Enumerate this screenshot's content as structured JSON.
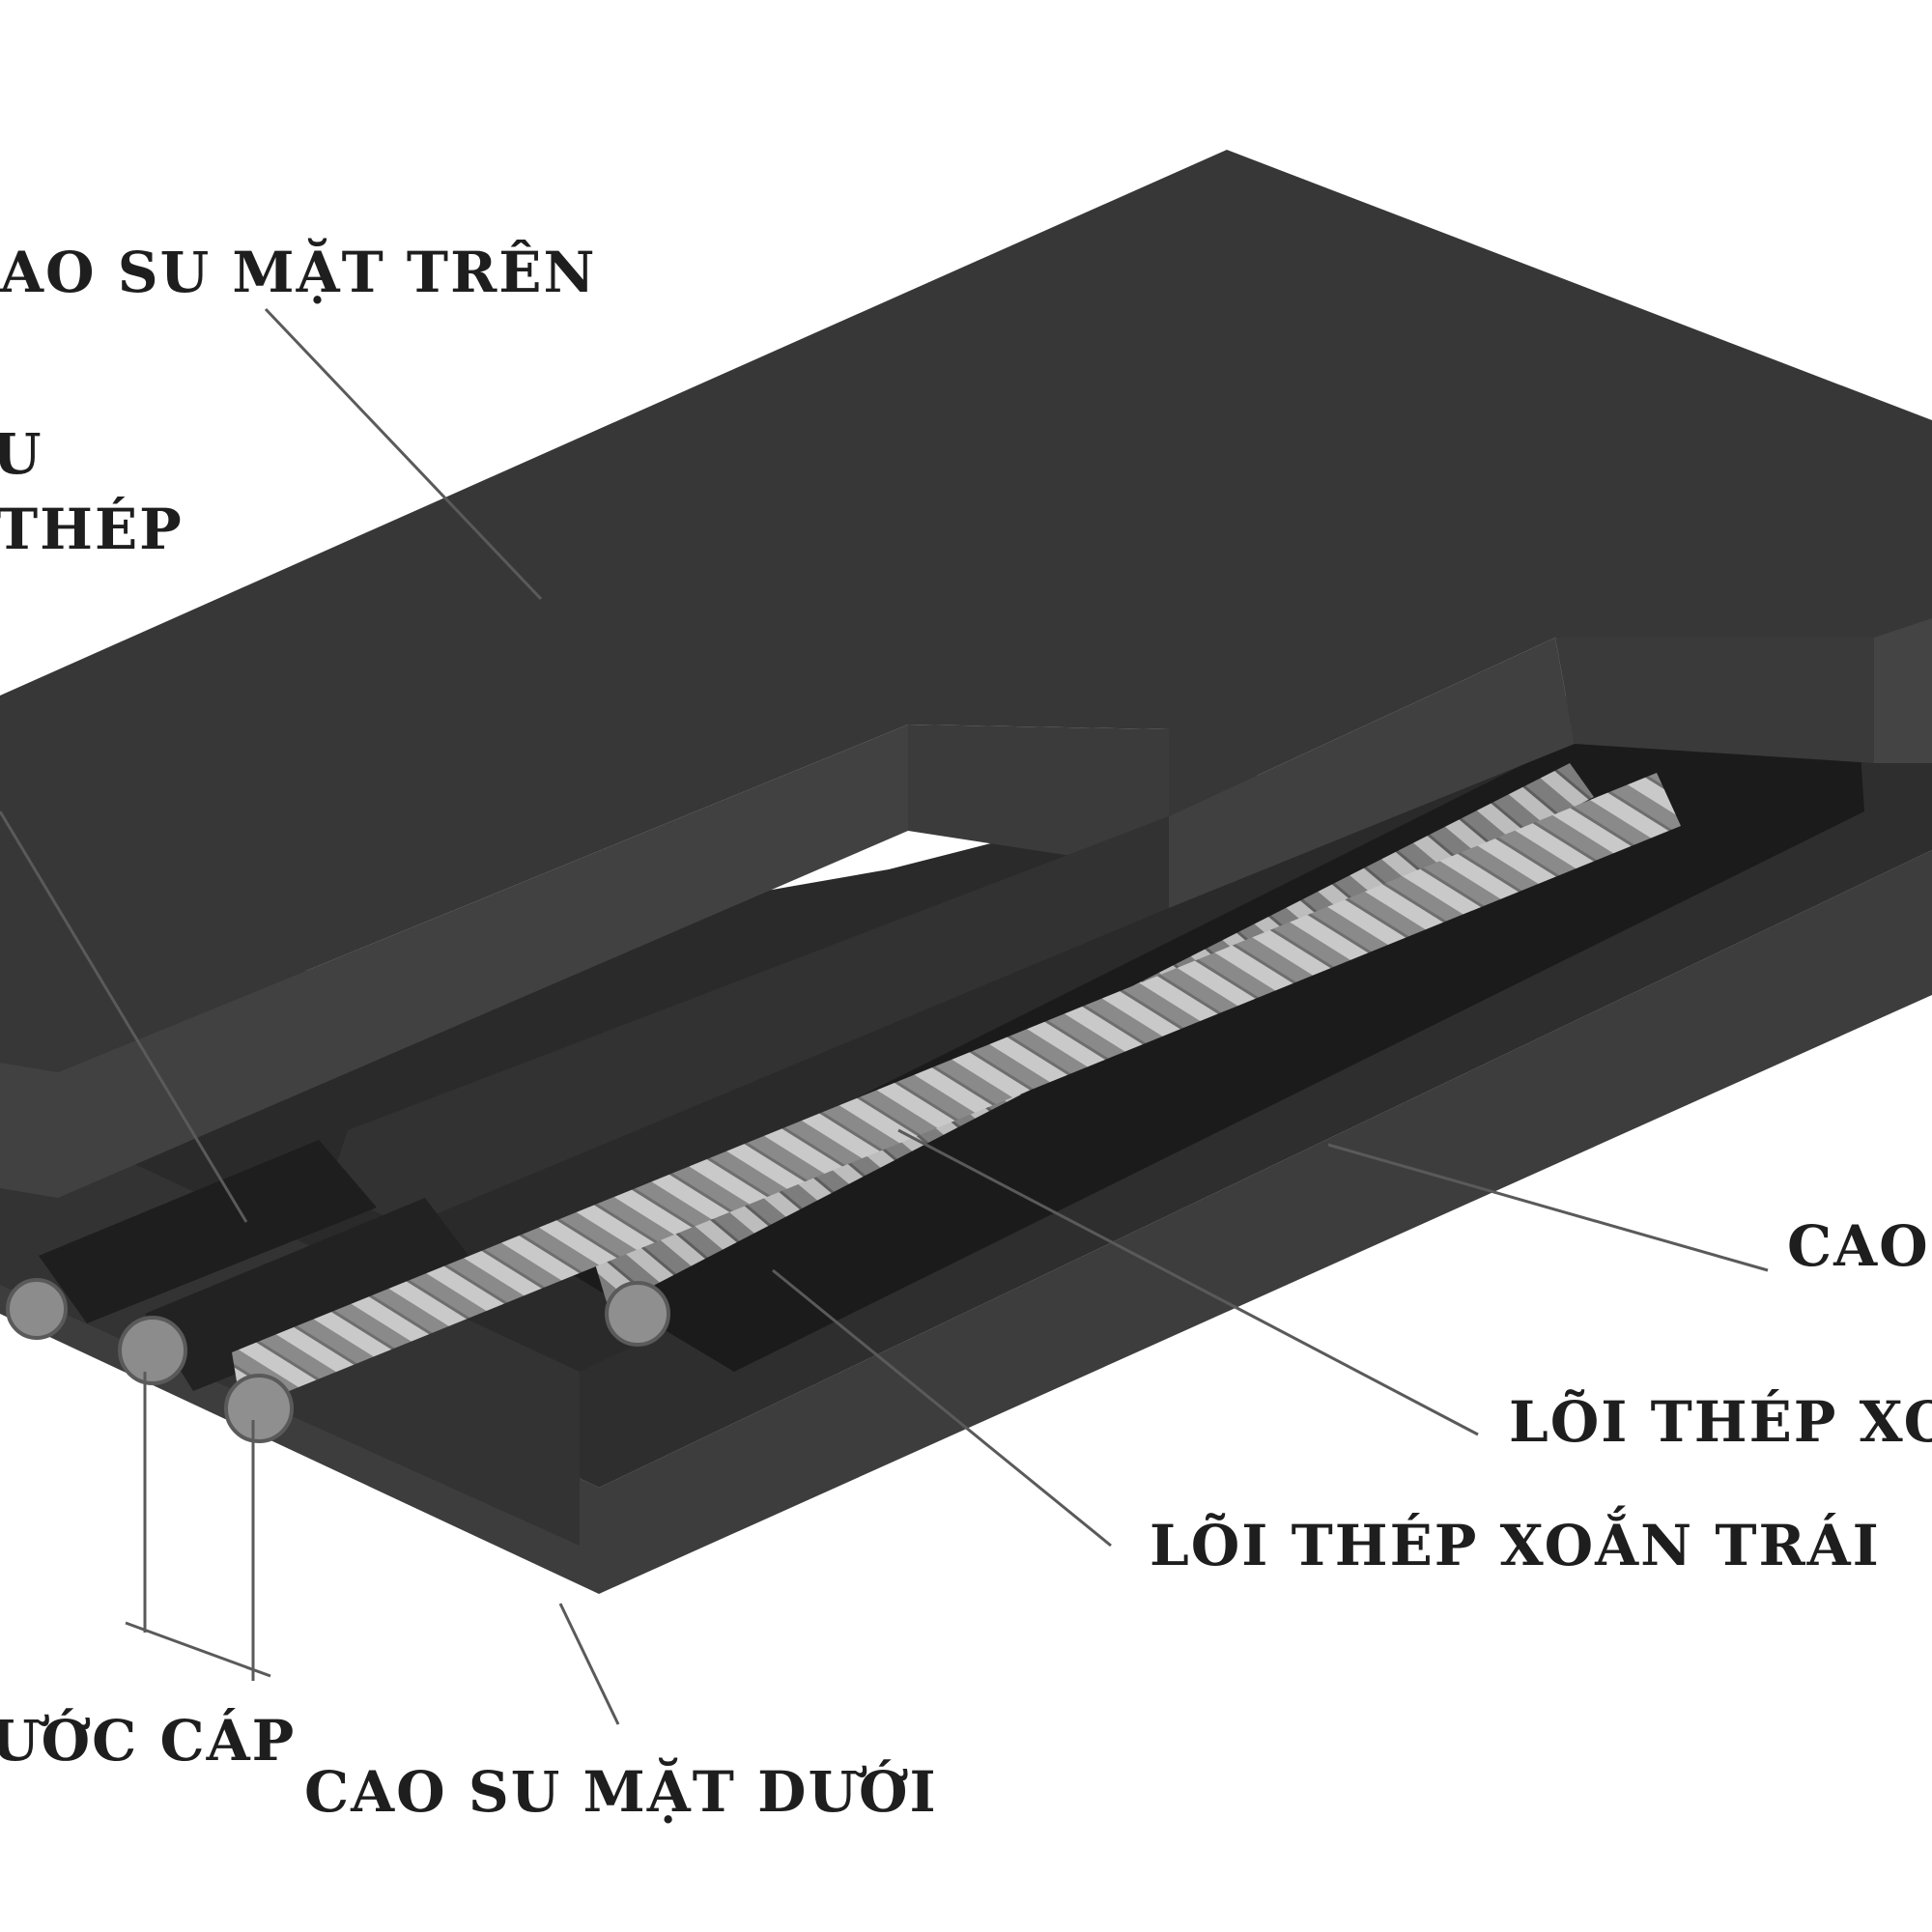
{
  "labels": {
    "top_rubber": "AO SU MẶT TRÊN",
    "partial_u": "U",
    "partial_thep": "THÉP",
    "right_rubber_partial": "CAO",
    "right_core_partial": "LÕI THÉP XOẮ",
    "left_core": "LÕI THÉP XOẮN TRÁI",
    "pitch_partial": "ƯỚC CÁP",
    "bottom_rubber": "CAO SU MẶT DƯỚI"
  },
  "colors": {
    "background": "#ffffff",
    "top_rubber": "#363636",
    "mid_rubber": "#2b2b2b",
    "side_face": "#3a3a3a",
    "core_groove": "#1c1c1c",
    "steel_cable": "#9a9a9a",
    "label_text": "#1e1e1e"
  }
}
